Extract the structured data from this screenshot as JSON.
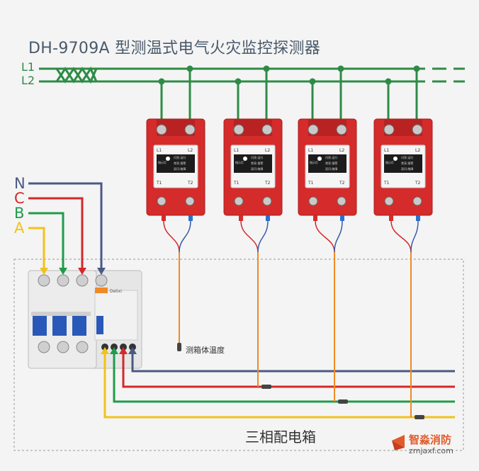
{
  "title": "DH-9709A 型测温式电气火灾监控探测器",
  "labels": {
    "phase_n": "N",
    "phase_c": "C",
    "phase_b": "B",
    "phase_a": "A",
    "line_l1": "L1",
    "line_l2": "L2",
    "probe_label": "测箱体温度",
    "box_label": "三相配电箱"
  },
  "detector": {
    "terminal_l1": "L1",
    "terminal_l2": "L2",
    "terminal_t1": "T1",
    "terminal_t2": "T2",
    "status_1": "闪亮:运行",
    "status_2": "常亮:报警",
    "status_3": "双闪:故障",
    "indicator": "指示灯"
  },
  "breaker": {
    "brand": "Delixi"
  },
  "watermark": {
    "name": "智淼消防",
    "url": "zmjaxf.com"
  },
  "colors": {
    "phase_n": "#4a5a85",
    "phase_c": "#d4282a",
    "phase_b": "#1f9c4a",
    "phase_a": "#f2c21a",
    "line": "#2e8b46",
    "probe": "#f08a24",
    "detector": "#d52b2b"
  }
}
